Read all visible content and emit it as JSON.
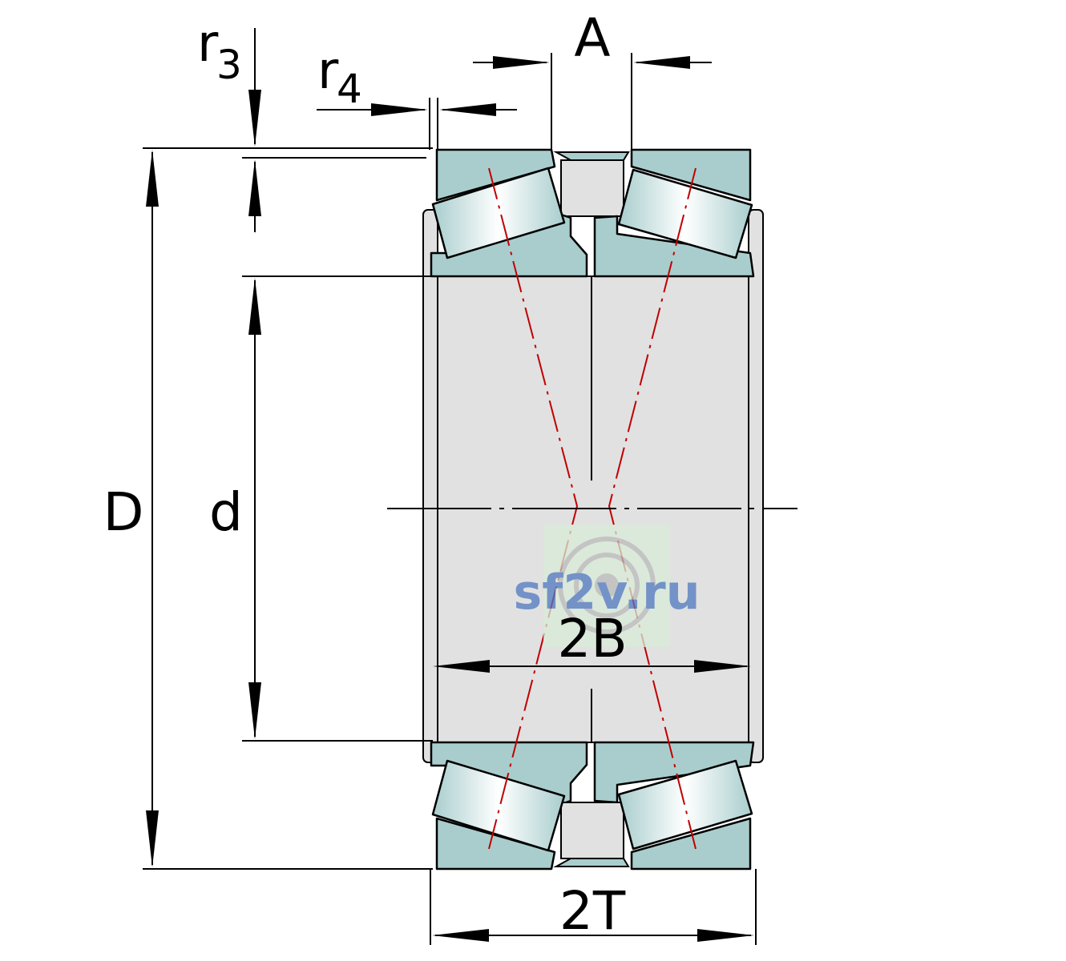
{
  "labels": {
    "D": "D",
    "d": "d",
    "r3": {
      "base": "r",
      "sub": "3"
    },
    "r4": {
      "base": "r",
      "sub": "4"
    },
    "A": "A",
    "twoB": "2B",
    "twoT": "2T"
  },
  "watermark": {
    "text": "sf2v.ru",
    "color": "#4f78c0"
  },
  "colors": {
    "ring": "#a9cdcd",
    "bore": "#e1e1e1",
    "roller": "#dde8e8",
    "outline": "#000000",
    "axis": "#c00000"
  },
  "icons": [
    "bearing-watermark-icon"
  ]
}
